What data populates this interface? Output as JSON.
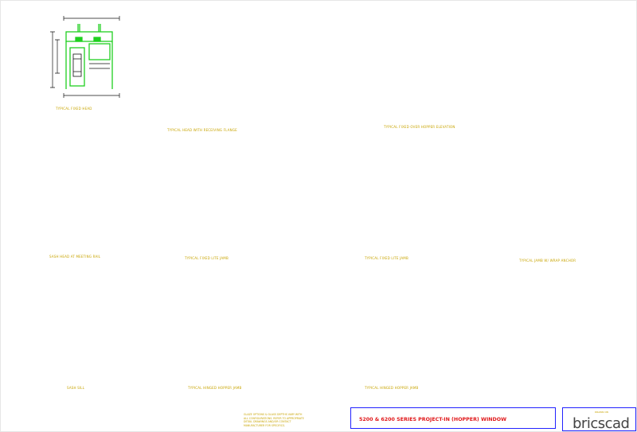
{
  "drawing": {
    "title": "5200 & 6200 SERIES PROJECT-IN (HOPPER) WINDOW",
    "logo_text": "bricscad",
    "logo_small": "DRAWN ON",
    "notes": [
      "GLAZE OPTIONS & GLASS DEPTHS VARY WITH",
      "ALL CONFIGURATIONS. REFER TO APPROPRIATE",
      "DETAIL DRAWINGS AND/OR CONTACT",
      "MANUFACTURER FOR SPECIFICS."
    ]
  },
  "details": [
    {
      "id": "d1",
      "caption": "TYPICAL FIXED HEAD"
    },
    {
      "id": "d2",
      "caption": "TYPICAL HEAD WITH RECEIVING FLANGE"
    },
    {
      "id": "d3",
      "caption": "TYPICAL FIXED OVER HOPPER ELEVATION"
    },
    {
      "id": "d4",
      "caption": "SASH HEAD AT MEETING RAIL"
    },
    {
      "id": "d5",
      "caption": "TYPICAL FIXED LITE JAMB"
    },
    {
      "id": "d6",
      "caption": "TYPICAL FIXED LITE JAMB"
    },
    {
      "id": "d7",
      "caption": "TYPICAL JAMB W/ WRAP ANCHOR"
    },
    {
      "id": "d8",
      "caption": "SASH SILL"
    },
    {
      "id": "d9",
      "caption": "TYPICAL HINGED HOPPER JAMB"
    },
    {
      "id": "d10",
      "caption": "TYPICAL HINGED HOPPER JAMB"
    }
  ],
  "colors": {
    "profile": "#1fd01f",
    "dimension": "#111111",
    "caption": "#c8a400",
    "title_border": "#2222ff",
    "title_text": "#e0181a"
  },
  "icons": {
    "logo_mark": "bricscad-logo-icon"
  }
}
